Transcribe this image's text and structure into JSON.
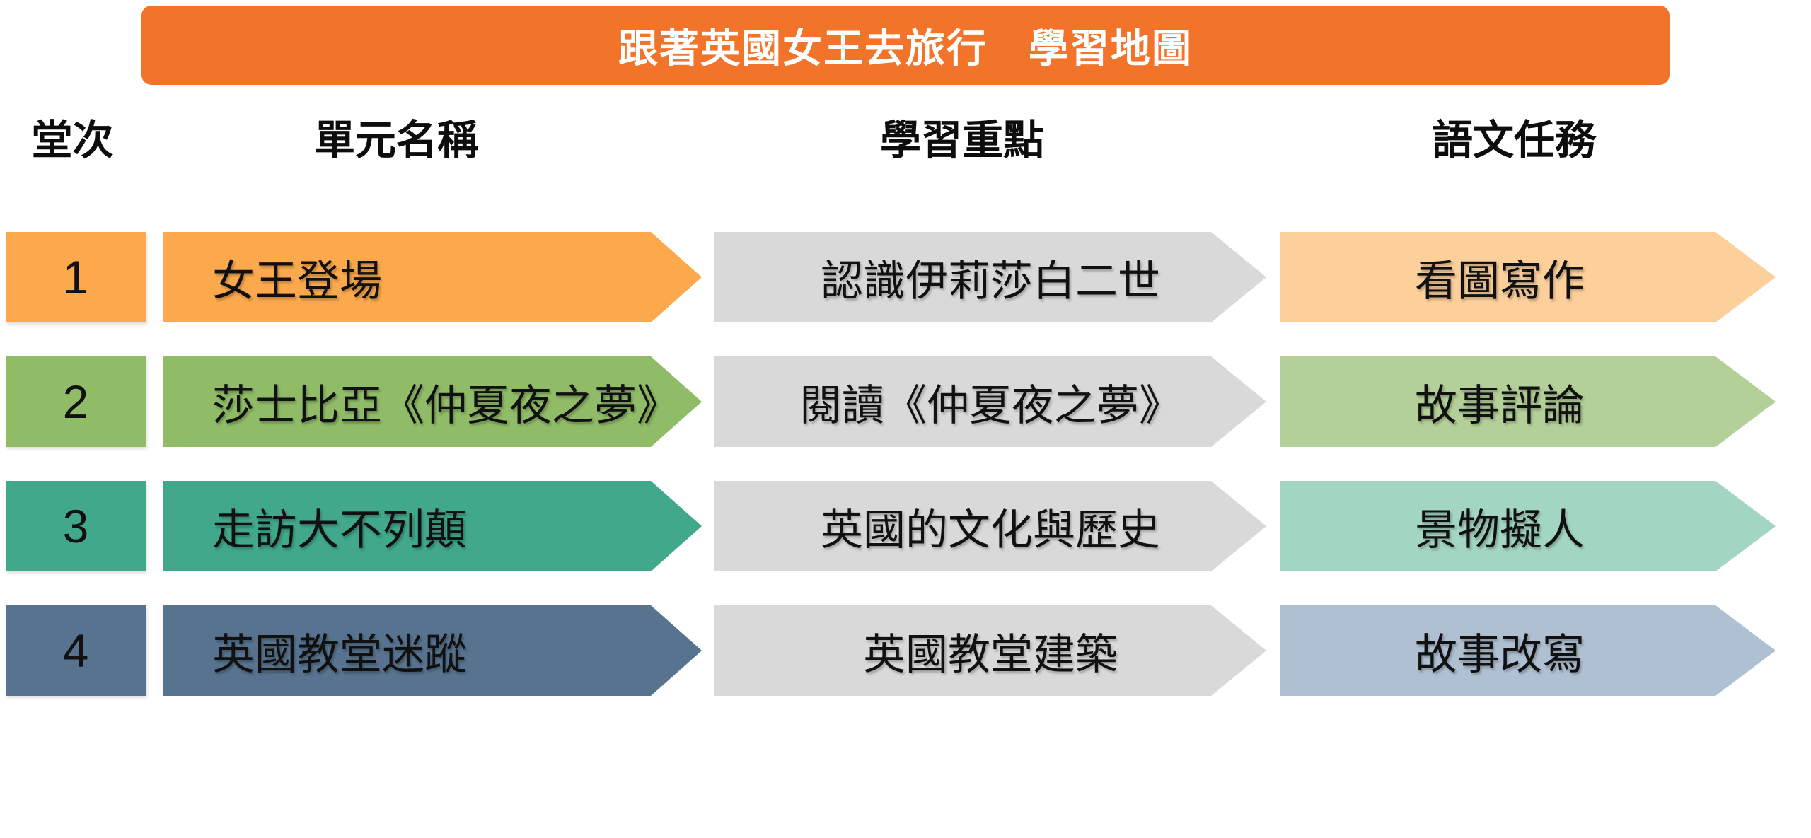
{
  "header": {
    "title": "跟著英國女王去旅行　學習地圖",
    "bg_color": "#F2732A",
    "text_color": "#FFFFFF"
  },
  "columns": {
    "session": "堂次",
    "unit": "單元名稱",
    "focus": "學習重點",
    "task": "語文任務"
  },
  "rows": [
    {
      "number": "1",
      "unit": "女王登場",
      "focus": "認識伊莉莎白二世",
      "task": "看圖寫作",
      "color": "#FBA94C",
      "task_color": "#FCCF9B"
    },
    {
      "number": "2",
      "unit": "莎士比亞《仲夏夜之夢》",
      "focus": "閱讀《仲夏夜之夢》",
      "task": "故事評論",
      "color": "#90BC68",
      "task_color": "#B3D098"
    },
    {
      "number": "3",
      "unit": "走訪大不列顛",
      "focus": "英國的文化與歷史",
      "task": "景物擬人",
      "color": "#41A88B",
      "task_color": "#A3D6C2"
    },
    {
      "number": "4",
      "unit": "英國教堂迷蹤",
      "focus": "英國教堂建築",
      "task": "故事改寫",
      "color": "#57738F",
      "task_color": "#AFC0D2"
    }
  ],
  "colors": {
    "focus_arrow": "#D9D9D9",
    "body_text": "#0D0D0D"
  }
}
